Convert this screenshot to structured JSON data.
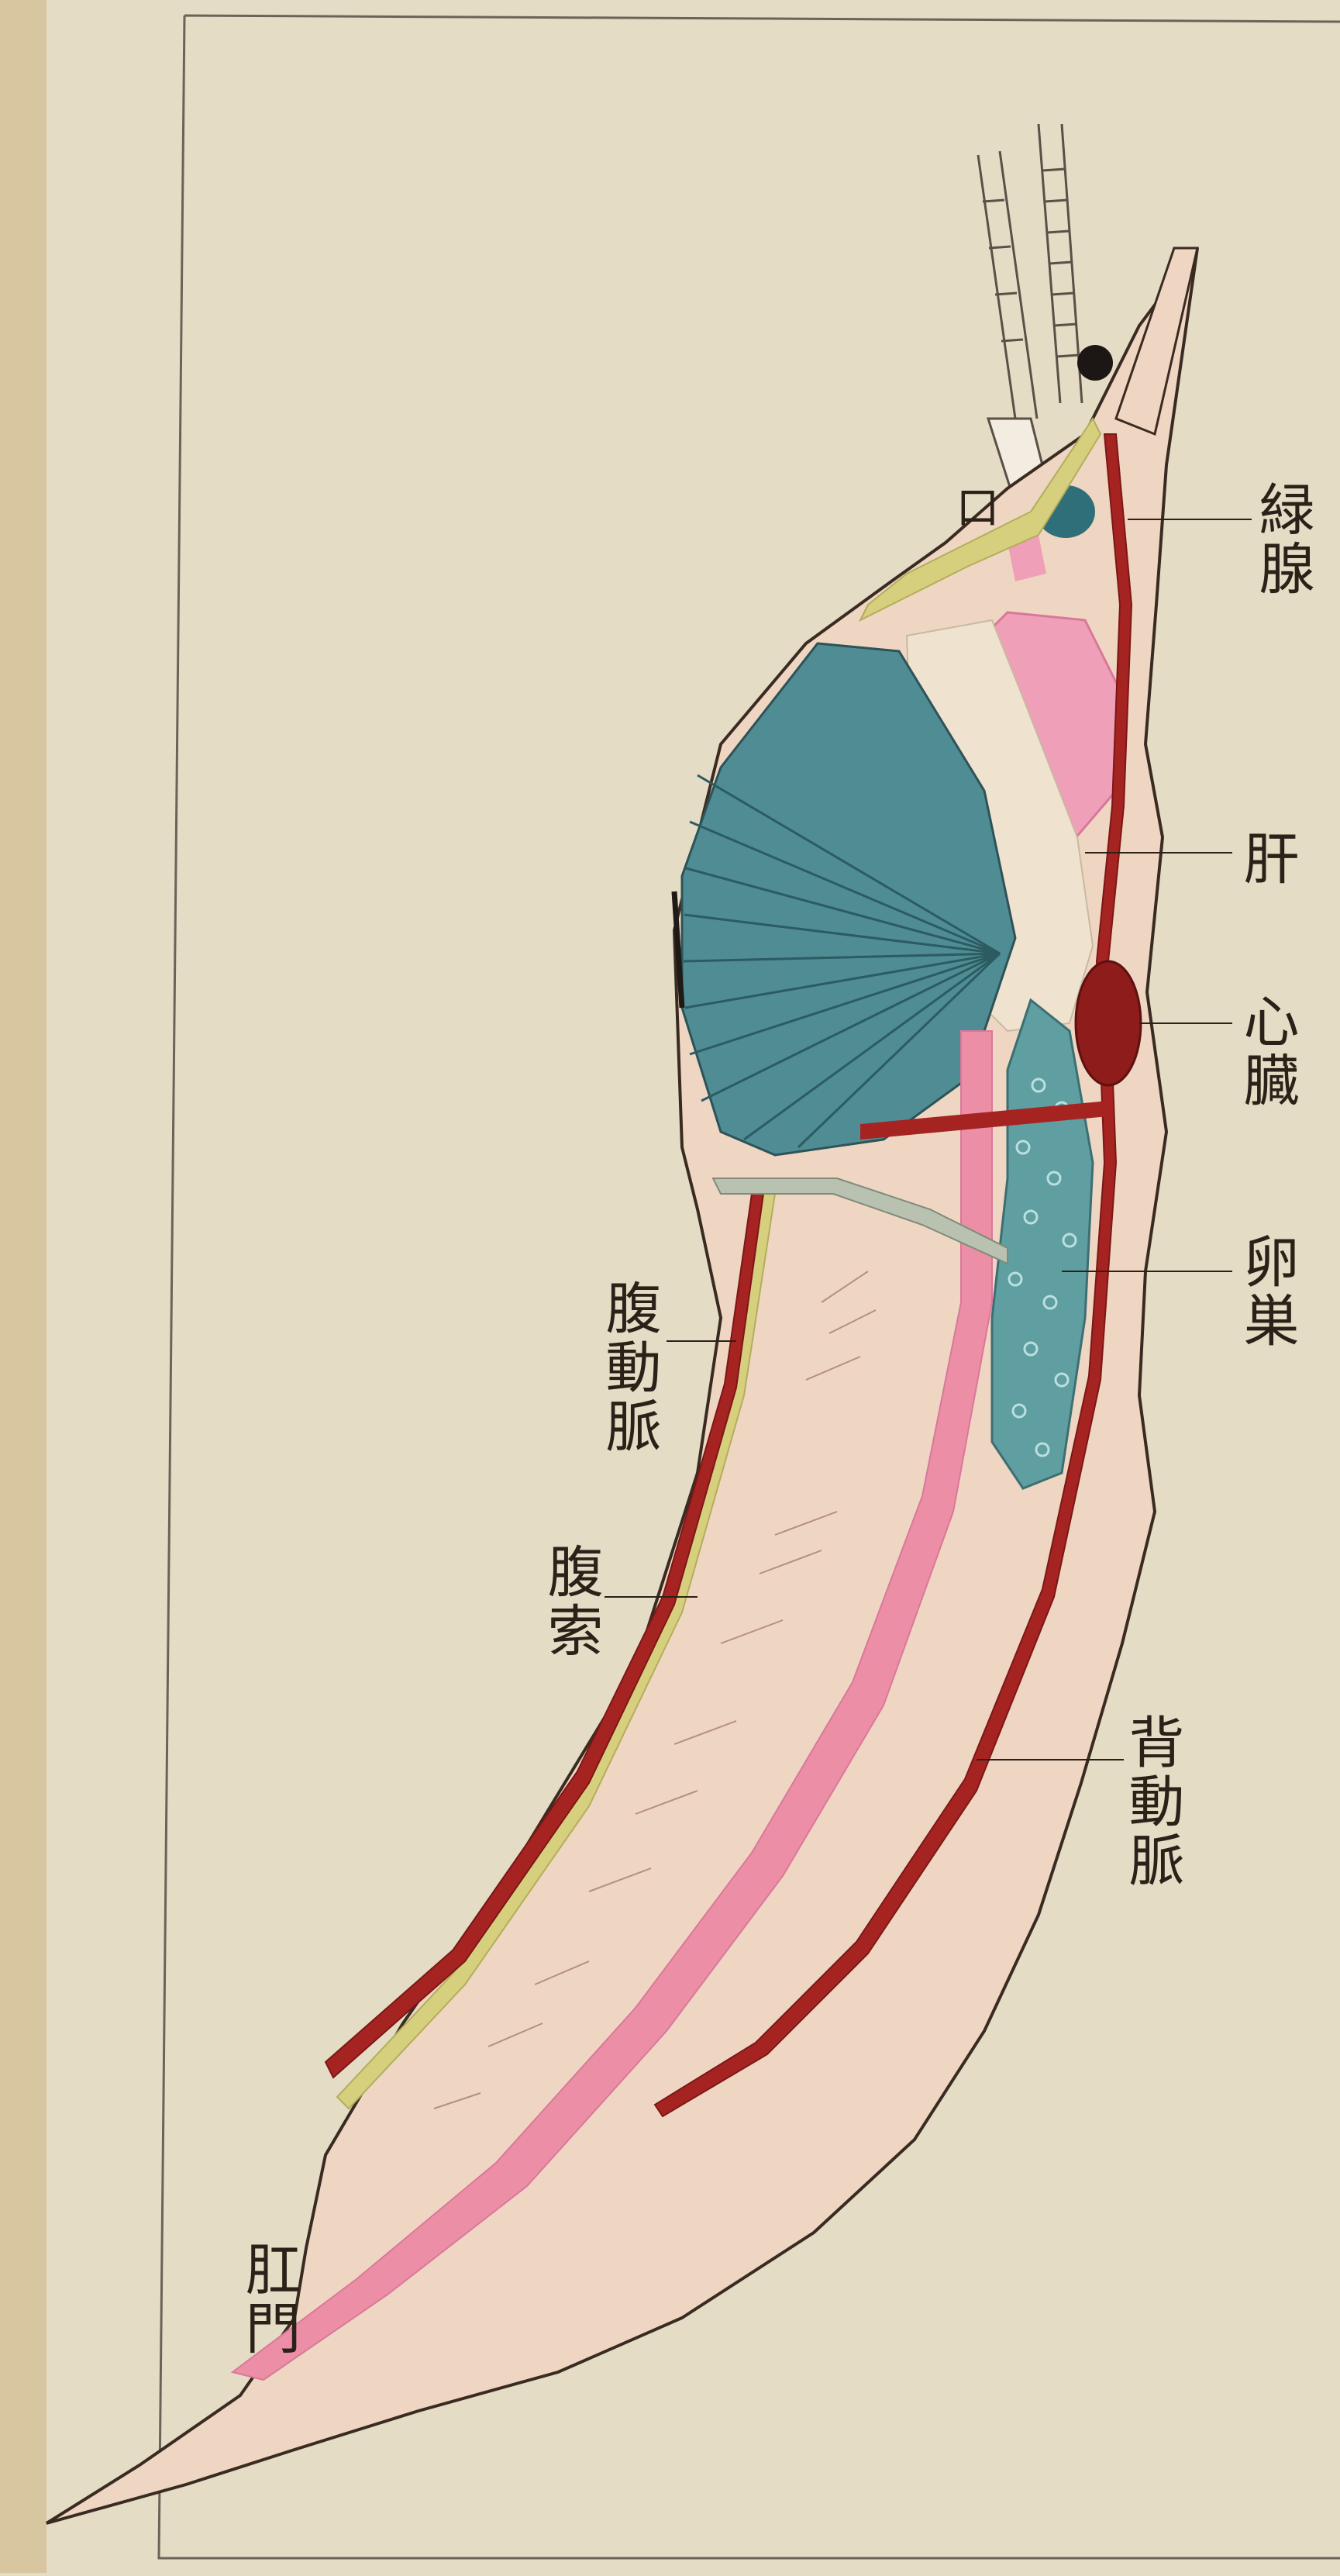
{
  "figure": {
    "colors": {
      "paper": "#e4dcc5",
      "body_fill": "#efd6c2",
      "outline": "#3a2b22",
      "gills": "#4f8c94",
      "digestive": "#ec8fa6",
      "vessels": "#a52422",
      "nerve": "#d6d07e",
      "ovary": "#5f9ea1",
      "green_gland": "#2f6f7a"
    },
    "labels": {
      "mouth": "口",
      "green_gland": "緑腺",
      "liver": "肝",
      "heart": "心臓",
      "ovary": "卵巣",
      "ventral_artery": "腹動脈",
      "ventral_nerve": "腹索",
      "dorsal_artery": "背動脈",
      "anus": "肛門"
    },
    "icons": [
      "eye-icon",
      "antenna-icon"
    ]
  }
}
